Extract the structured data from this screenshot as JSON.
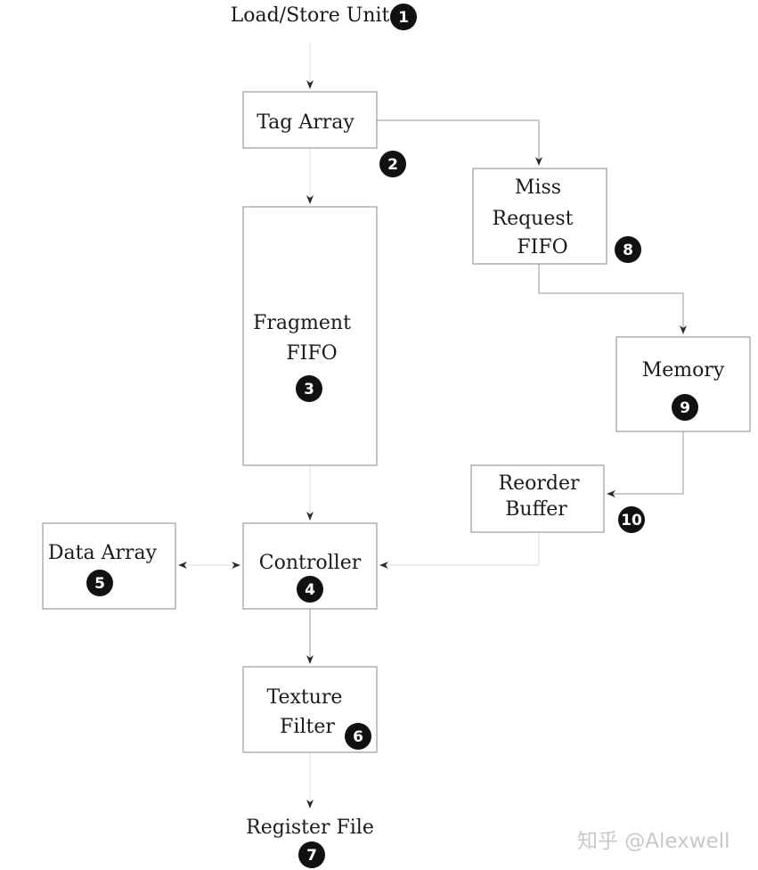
{
  "nodes": {
    "load_store_unit": {
      "lines": [
        "Load/Store Unit"
      ],
      "badge": "1"
    },
    "tag_array": {
      "lines": [
        "Tag Array"
      ],
      "badge": "2"
    },
    "fragment_fifo": {
      "lines": [
        "Fragment",
        "FIFO"
      ],
      "badge": "3"
    },
    "controller": {
      "lines": [
        "Controller"
      ],
      "badge": "4"
    },
    "data_array": {
      "lines": [
        "Data Array"
      ],
      "badge": "5"
    },
    "texture_filter": {
      "lines": [
        "Texture",
        "Filter"
      ],
      "badge": "6"
    },
    "register_file": {
      "lines": [
        "Register File"
      ],
      "badge": "7"
    },
    "miss_request_fifo": {
      "lines": [
        "Miss",
        "Request",
        "FIFO"
      ],
      "badge": "8"
    },
    "memory": {
      "lines": [
        "Memory"
      ],
      "badge": "9"
    },
    "reorder_buffer": {
      "lines": [
        "Reorder",
        "Buffer"
      ],
      "badge": "10"
    }
  },
  "edges": [
    {
      "from": "load_store_unit",
      "to": "tag_array"
    },
    {
      "from": "tag_array",
      "to": "fragment_fifo"
    },
    {
      "from": "tag_array",
      "to": "miss_request_fifo"
    },
    {
      "from": "fragment_fifo",
      "to": "controller"
    },
    {
      "from": "data_array",
      "to": "controller",
      "bidirectional": true
    },
    {
      "from": "controller",
      "to": "texture_filter"
    },
    {
      "from": "texture_filter",
      "to": "register_file"
    },
    {
      "from": "miss_request_fifo",
      "to": "memory"
    },
    {
      "from": "memory",
      "to": "reorder_buffer"
    },
    {
      "from": "reorder_buffer",
      "to": "controller"
    }
  ],
  "watermark": "知乎 @Alexwell"
}
